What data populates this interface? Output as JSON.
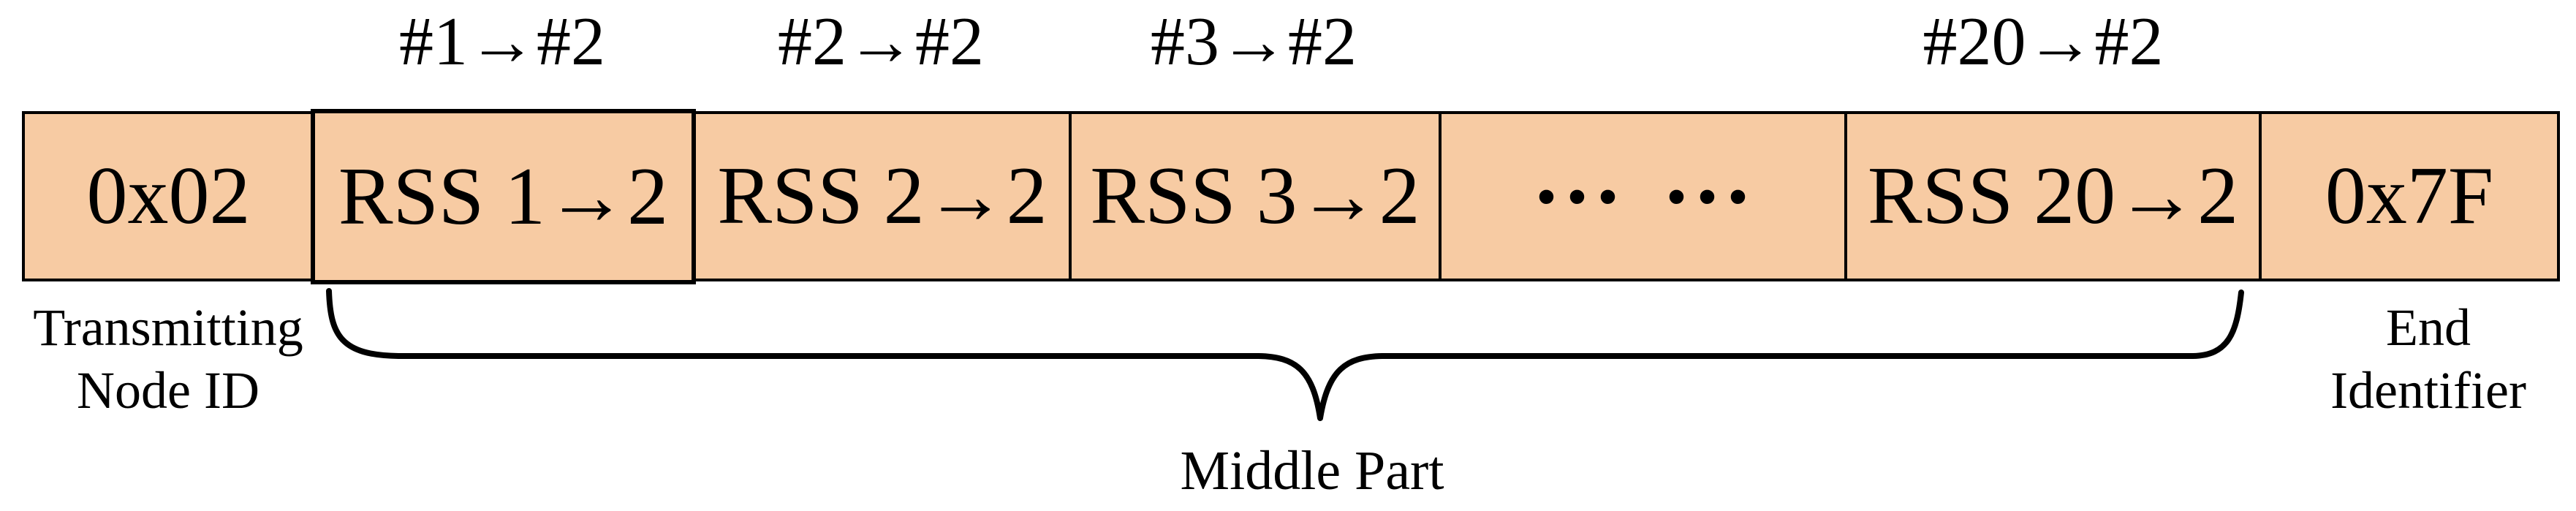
{
  "diagram": {
    "top_labels": [
      {
        "text": "#1→#2"
      },
      {
        "text": "#2→#2"
      },
      {
        "text": "#3→#2"
      },
      {
        "text": "#20→#2"
      }
    ],
    "boxes": [
      {
        "label": "0x02"
      },
      {
        "label": "RSS 1→2"
      },
      {
        "label": "RSS 2→2"
      },
      {
        "label": "RSS 3→2"
      },
      {
        "label": "··· ···"
      },
      {
        "label": "RSS 20→2"
      },
      {
        "label": "0x7F"
      }
    ],
    "annotations": {
      "left": {
        "line1": "Transmitting",
        "line2": "Node ID"
      },
      "right": {
        "line1": "End",
        "line2": "Identifier"
      },
      "brace": "Middle Part"
    },
    "colors": {
      "box_fill": "#F7CBA3",
      "line": "#000000",
      "text": "#000000",
      "background": "#FFFFFF"
    }
  }
}
